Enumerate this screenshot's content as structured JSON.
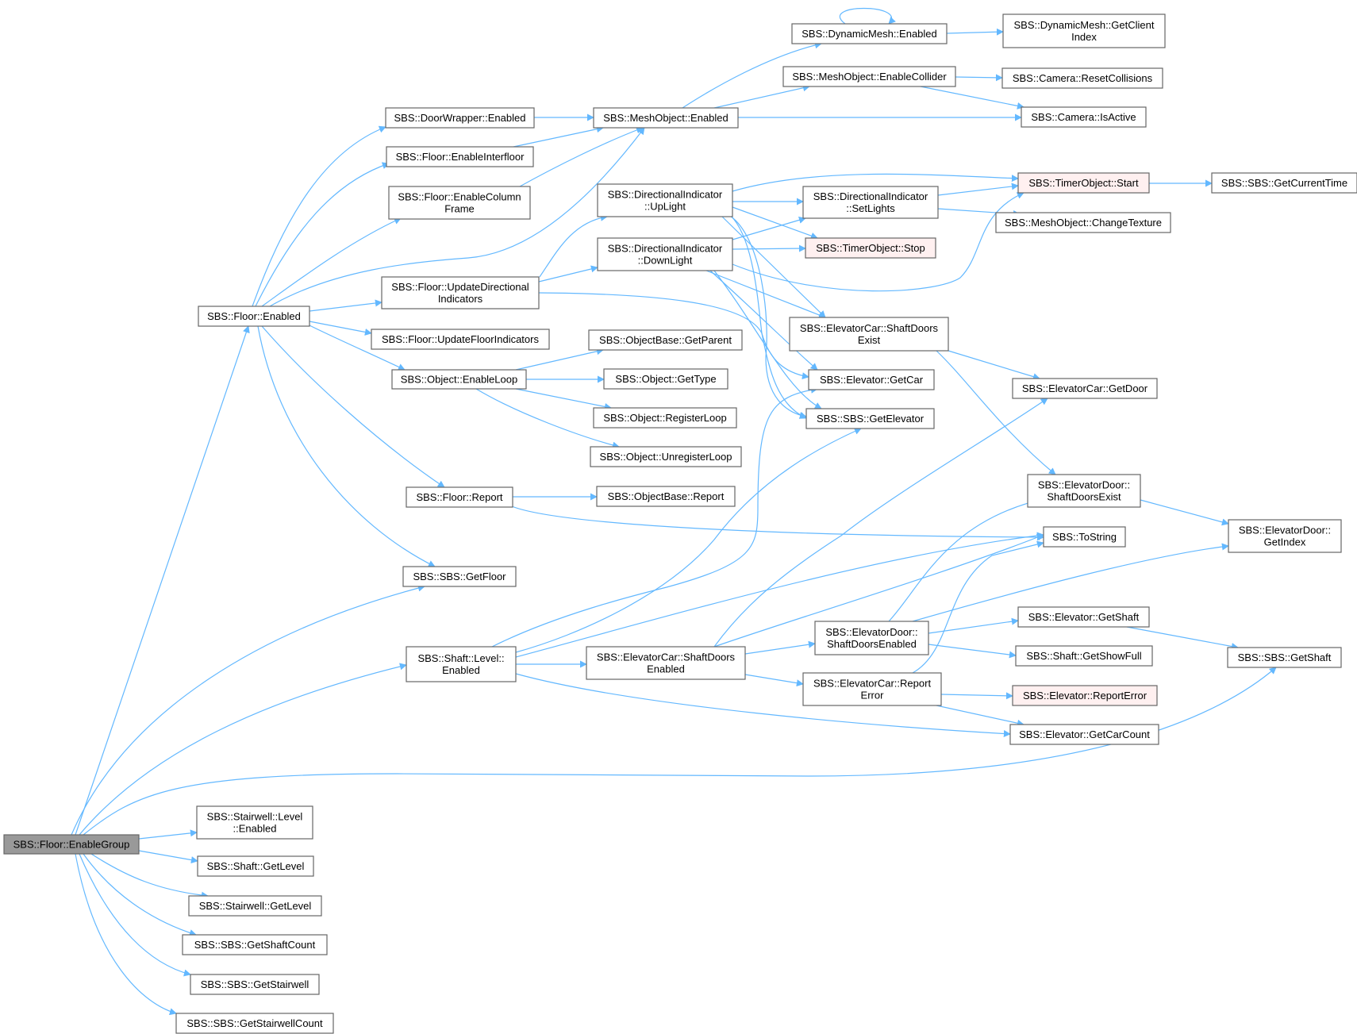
{
  "graph": {
    "colors": {
      "edge": "#63b8ff",
      "node_fill": "#ffffff",
      "node_border": "#666666",
      "root_fill": "#999999",
      "root_border": "#555555",
      "truncated_fill": "#fff0f0",
      "truncated_border": "#ff0000"
    },
    "nodes": [
      {
        "id": "n_enablegroup",
        "style": "root",
        "lines": [
          "SBS::Floor::EnableGroup"
        ]
      },
      {
        "id": "n_floor_enabled",
        "lines": [
          "SBS::Floor::Enabled"
        ]
      },
      {
        "id": "n_sbs_getfloor",
        "lines": [
          "SBS::SBS::GetFloor"
        ]
      },
      {
        "id": "n_shaft_level_enabled",
        "lines": [
          "SBS::Shaft::Level::",
          "Enabled"
        ]
      },
      {
        "id": "n_stairwell_level_enabled",
        "lines": [
          "SBS::Stairwell::Level",
          "::Enabled"
        ]
      },
      {
        "id": "n_shaft_getlevel",
        "lines": [
          "SBS::Shaft::GetLevel"
        ]
      },
      {
        "id": "n_stairwell_getlevel",
        "lines": [
          "SBS::Stairwell::GetLevel"
        ]
      },
      {
        "id": "n_sbs_getshaftcount",
        "lines": [
          "SBS::SBS::GetShaftCount"
        ]
      },
      {
        "id": "n_sbs_getstairwell",
        "lines": [
          "SBS::SBS::GetStairwell"
        ]
      },
      {
        "id": "n_sbs_getstairwellcount",
        "lines": [
          "SBS::SBS::GetStairwellCount"
        ]
      },
      {
        "id": "n_doorwrapper_enabled",
        "lines": [
          "SBS::DoorWrapper::Enabled"
        ]
      },
      {
        "id": "n_floor_enableinterfloor",
        "lines": [
          "SBS::Floor::EnableInterfloor"
        ]
      },
      {
        "id": "n_floor_enablecolumnframe",
        "lines": [
          "SBS::Floor::EnableColumn",
          "Frame"
        ]
      },
      {
        "id": "n_floor_updatedirectional",
        "lines": [
          "SBS::Floor::UpdateDirectional",
          "Indicators"
        ]
      },
      {
        "id": "n_floor_updatefloorindicators",
        "lines": [
          "SBS::Floor::UpdateFloorIndicators"
        ]
      },
      {
        "id": "n_object_enableloop",
        "lines": [
          "SBS::Object::EnableLoop"
        ]
      },
      {
        "id": "n_floor_report",
        "lines": [
          "SBS::Floor::Report"
        ]
      },
      {
        "id": "n_meshobject_enabled",
        "lines": [
          "SBS::MeshObject::Enabled"
        ]
      },
      {
        "id": "n_dynamicmesh_enabled",
        "lines": [
          "SBS::DynamicMesh::Enabled"
        ]
      },
      {
        "id": "n_meshobject_enablecollider",
        "lines": [
          "SBS::MeshObject::EnableCollider"
        ]
      },
      {
        "id": "n_dynamicmesh_getclientindex",
        "lines": [
          "SBS::DynamicMesh::GetClient",
          "Index"
        ]
      },
      {
        "id": "n_camera_resetcollisions",
        "lines": [
          "SBS::Camera::ResetCollisions"
        ]
      },
      {
        "id": "n_camera_isactive",
        "lines": [
          "SBS::Camera::IsActive"
        ]
      },
      {
        "id": "n_dirind_uplight",
        "lines": [
          "SBS::DirectionalIndicator",
          "::UpLight"
        ]
      },
      {
        "id": "n_dirind_downlight",
        "lines": [
          "SBS::DirectionalIndicator",
          "::DownLight"
        ]
      },
      {
        "id": "n_dirind_setlights",
        "lines": [
          "SBS::DirectionalIndicator",
          "::SetLights"
        ]
      },
      {
        "id": "n_timerobject_start",
        "style": "truncated",
        "lines": [
          "SBS::TimerObject::Start"
        ]
      },
      {
        "id": "n_timerobject_stop",
        "style": "truncated",
        "lines": [
          "SBS::TimerObject::Stop"
        ]
      },
      {
        "id": "n_sbs_getcurrenttime",
        "lines": [
          "SBS::SBS::GetCurrentTime"
        ]
      },
      {
        "id": "n_meshobject_changetexture",
        "lines": [
          "SBS::MeshObject::ChangeTexture"
        ]
      },
      {
        "id": "n_elevatorcar_shaftdoorsexist",
        "lines": [
          "SBS::ElevatorCar::ShaftDoors",
          "Exist"
        ]
      },
      {
        "id": "n_elevator_getcar",
        "lines": [
          "SBS::Elevator::GetCar"
        ]
      },
      {
        "id": "n_sbs_getelevator",
        "lines": [
          "SBS::SBS::GetElevator"
        ]
      },
      {
        "id": "n_elevatorcar_getdoor",
        "lines": [
          "SBS::ElevatorCar::GetDoor"
        ]
      },
      {
        "id": "n_objectbase_getparent",
        "lines": [
          "SBS::ObjectBase::GetParent"
        ]
      },
      {
        "id": "n_object_gettype",
        "lines": [
          "SBS::Object::GetType"
        ]
      },
      {
        "id": "n_object_registerloop",
        "lines": [
          "SBS::Object::RegisterLoop"
        ]
      },
      {
        "id": "n_object_unregisterloop",
        "lines": [
          "SBS::Object::UnregisterLoop"
        ]
      },
      {
        "id": "n_objectbase_report",
        "lines": [
          "SBS::ObjectBase::Report"
        ]
      },
      {
        "id": "n_elevatordoor_shaftdoorsexist",
        "lines": [
          "SBS::ElevatorDoor::",
          "ShaftDoorsExist"
        ]
      },
      {
        "id": "n_sbs_tostring",
        "lines": [
          "SBS::ToString"
        ]
      },
      {
        "id": "n_elevatordoor_getindex",
        "lines": [
          "SBS::ElevatorDoor::",
          "GetIndex"
        ]
      },
      {
        "id": "n_elevatorcar_shaftdoorsenabled",
        "lines": [
          "SBS::ElevatorCar::ShaftDoors",
          "Enabled"
        ]
      },
      {
        "id": "n_elevatordoor_shaftdoorsenabled",
        "lines": [
          "SBS::ElevatorDoor::",
          "ShaftDoorsEnabled"
        ]
      },
      {
        "id": "n_elevatorcar_reporterror",
        "lines": [
          "SBS::ElevatorCar::Report",
          "Error"
        ]
      },
      {
        "id": "n_elevator_getshaft",
        "lines": [
          "SBS::Elevator::GetShaft"
        ]
      },
      {
        "id": "n_shaft_getshowfull",
        "lines": [
          "SBS::Shaft::GetShowFull"
        ]
      },
      {
        "id": "n_elevator_reporterror",
        "style": "truncated",
        "lines": [
          "SBS::Elevator::ReportError"
        ]
      },
      {
        "id": "n_elevator_getcarcount",
        "lines": [
          "SBS::Elevator::GetCarCount"
        ]
      },
      {
        "id": "n_sbs_getshaft",
        "lines": [
          "SBS::SBS::GetShaft"
        ]
      }
    ],
    "edges": [
      [
        "n_enablegroup",
        "n_floor_enabled"
      ],
      [
        "n_enablegroup",
        "n_sbs_getfloor"
      ],
      [
        "n_enablegroup",
        "n_shaft_level_enabled"
      ],
      [
        "n_enablegroup",
        "n_sbs_getshaft"
      ],
      [
        "n_enablegroup",
        "n_stairwell_level_enabled"
      ],
      [
        "n_enablegroup",
        "n_shaft_getlevel"
      ],
      [
        "n_enablegroup",
        "n_stairwell_getlevel"
      ],
      [
        "n_enablegroup",
        "n_sbs_getshaftcount"
      ],
      [
        "n_enablegroup",
        "n_sbs_getstairwell"
      ],
      [
        "n_enablegroup",
        "n_sbs_getstairwellcount"
      ],
      [
        "n_floor_enabled",
        "n_doorwrapper_enabled"
      ],
      [
        "n_floor_enabled",
        "n_floor_enableinterfloor"
      ],
      [
        "n_floor_enabled",
        "n_floor_enablecolumnframe"
      ],
      [
        "n_floor_enabled",
        "n_meshobject_enabled"
      ],
      [
        "n_floor_enabled",
        "n_floor_updatedirectional"
      ],
      [
        "n_floor_enabled",
        "n_floor_updatefloorindicators"
      ],
      [
        "n_floor_enabled",
        "n_object_enableloop"
      ],
      [
        "n_floor_enabled",
        "n_floor_report"
      ],
      [
        "n_floor_enabled",
        "n_sbs_getfloor"
      ],
      [
        "n_doorwrapper_enabled",
        "n_meshobject_enabled"
      ],
      [
        "n_floor_enableinterfloor",
        "n_meshobject_enabled"
      ],
      [
        "n_floor_enablecolumnframe",
        "n_meshobject_enabled"
      ],
      [
        "n_meshobject_enabled",
        "n_dynamicmesh_enabled"
      ],
      [
        "n_meshobject_enabled",
        "n_meshobject_enablecollider"
      ],
      [
        "n_meshobject_enabled",
        "n_camera_isactive"
      ],
      [
        "n_dynamicmesh_enabled",
        "n_dynamicmesh_enabled"
      ],
      [
        "n_dynamicmesh_enabled",
        "n_dynamicmesh_getclientindex"
      ],
      [
        "n_meshobject_enablecollider",
        "n_camera_resetcollisions"
      ],
      [
        "n_meshobject_enablecollider",
        "n_camera_isactive"
      ],
      [
        "n_floor_updatedirectional",
        "n_dirind_uplight"
      ],
      [
        "n_floor_updatedirectional",
        "n_dirind_downlight"
      ],
      [
        "n_floor_updatedirectional",
        "n_sbs_getelevator"
      ],
      [
        "n_dirind_uplight",
        "n_timerobject_start"
      ],
      [
        "n_dirind_uplight",
        "n_dirind_setlights"
      ],
      [
        "n_dirind_uplight",
        "n_timerobject_stop"
      ],
      [
        "n_dirind_uplight",
        "n_elevatorcar_shaftdoorsexist"
      ],
      [
        "n_dirind_uplight",
        "n_elevator_getcar"
      ],
      [
        "n_dirind_uplight",
        "n_sbs_getelevator"
      ],
      [
        "n_dirind_downlight",
        "n_dirind_setlights"
      ],
      [
        "n_dirind_downlight",
        "n_timerobject_stop"
      ],
      [
        "n_dirind_downlight",
        "n_timerobject_start"
      ],
      [
        "n_dirind_downlight",
        "n_elevatorcar_shaftdoorsexist"
      ],
      [
        "n_dirind_downlight",
        "n_elevator_getcar"
      ],
      [
        "n_dirind_downlight",
        "n_sbs_getelevator"
      ],
      [
        "n_dirind_setlights",
        "n_timerobject_start"
      ],
      [
        "n_dirind_setlights",
        "n_meshobject_changetexture"
      ],
      [
        "n_timerobject_start",
        "n_sbs_getcurrenttime"
      ],
      [
        "n_elevatorcar_shaftdoorsexist",
        "n_elevatorcar_getdoor"
      ],
      [
        "n_elevatorcar_shaftdoorsexist",
        "n_elevatordoor_shaftdoorsexist"
      ],
      [
        "n_object_enableloop",
        "n_objectbase_getparent"
      ],
      [
        "n_object_enableloop",
        "n_object_gettype"
      ],
      [
        "n_object_enableloop",
        "n_object_registerloop"
      ],
      [
        "n_object_enableloop",
        "n_object_unregisterloop"
      ],
      [
        "n_floor_report",
        "n_objectbase_report"
      ],
      [
        "n_floor_report",
        "n_sbs_tostring"
      ],
      [
        "n_elevatordoor_shaftdoorsexist",
        "n_elevatordoor_getindex"
      ],
      [
        "n_shaft_level_enabled",
        "n_elevator_getcar"
      ],
      [
        "n_shaft_level_enabled",
        "n_sbs_getelevator"
      ],
      [
        "n_shaft_level_enabled",
        "n_sbs_tostring"
      ],
      [
        "n_shaft_level_enabled",
        "n_elevatorcar_shaftdoorsenabled"
      ],
      [
        "n_shaft_level_enabled",
        "n_elevator_getcarcount"
      ],
      [
        "n_elevatorcar_shaftdoorsenabled",
        "n_elevatorcar_getdoor"
      ],
      [
        "n_elevatorcar_shaftdoorsenabled",
        "n_sbs_tostring"
      ],
      [
        "n_elevatorcar_shaftdoorsenabled",
        "n_elevatordoor_shaftdoorsenabled"
      ],
      [
        "n_elevatorcar_shaftdoorsenabled",
        "n_elevatorcar_reporterror"
      ],
      [
        "n_elevatordoor_shaftdoorsenabled",
        "n_elevatordoor_shaftdoorsexist"
      ],
      [
        "n_elevatordoor_shaftdoorsenabled",
        "n_elevatordoor_getindex"
      ],
      [
        "n_elevatordoor_shaftdoorsenabled",
        "n_elevator_getshaft"
      ],
      [
        "n_elevatordoor_shaftdoorsenabled",
        "n_shaft_getshowfull"
      ],
      [
        "n_elevatorcar_reporterror",
        "n_sbs_tostring"
      ],
      [
        "n_elevatorcar_reporterror",
        "n_elevator_reporterror"
      ],
      [
        "n_elevatorcar_reporterror",
        "n_elevator_getcarcount"
      ],
      [
        "n_elevator_getshaft",
        "n_sbs_getshaft"
      ]
    ]
  }
}
